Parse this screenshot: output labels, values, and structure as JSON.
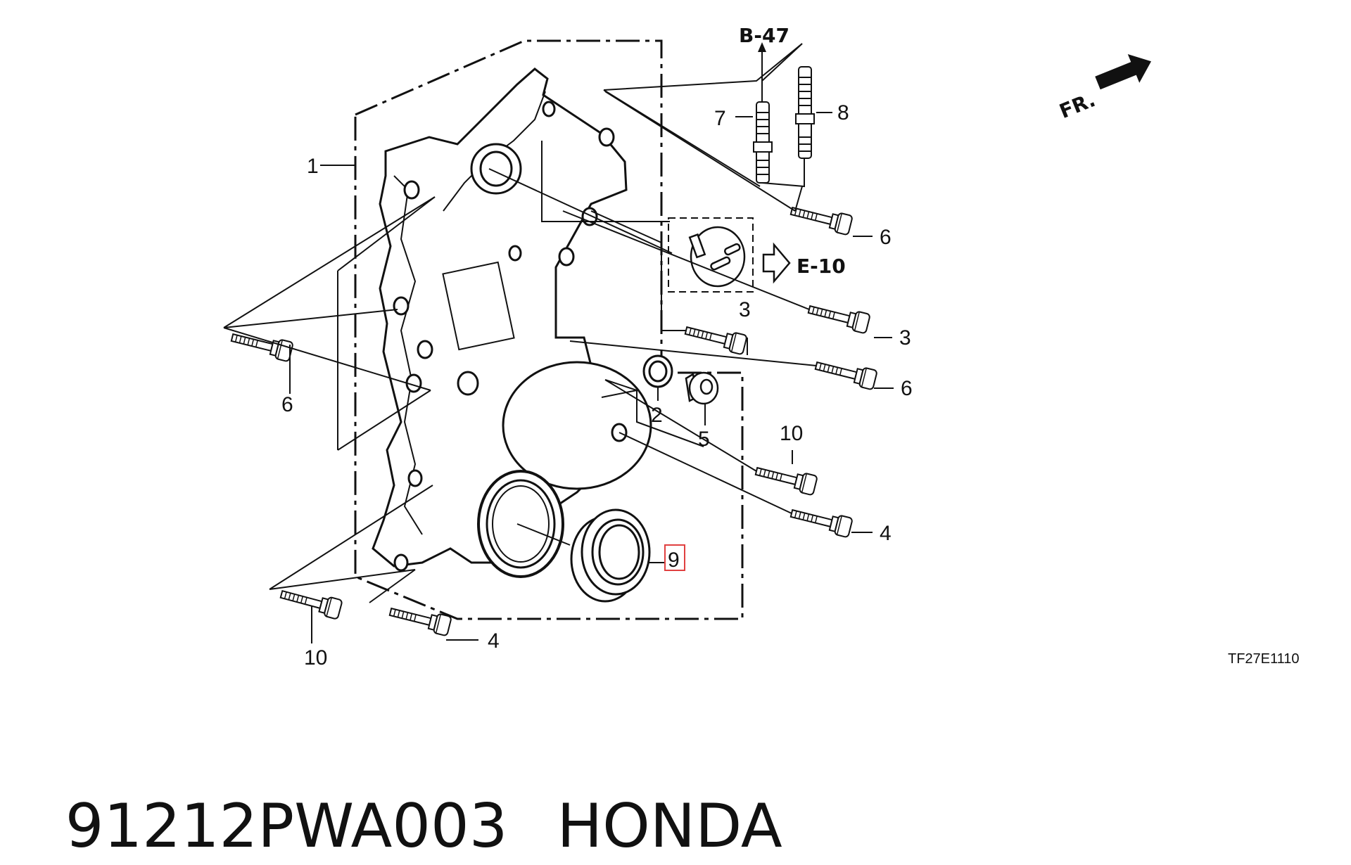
{
  "diagram": {
    "reference_code": "TF27E1110",
    "direction_label": "FR.",
    "refs": {
      "b47": "B-47",
      "e10": "E-10"
    },
    "callouts": {
      "c1": "1",
      "c2": "2",
      "c3a": "3",
      "c3b": "3",
      "c4a": "4",
      "c4b": "4",
      "c5": "5",
      "c6a": "6",
      "c6b": "6",
      "c6c": "6",
      "c7": "7",
      "c8": "8",
      "c9": "9",
      "c10a": "10",
      "c10b": "10"
    },
    "highlight_color": "#e04040"
  },
  "footer": {
    "part_number": "91212PWA003",
    "brand": "HONDA"
  }
}
